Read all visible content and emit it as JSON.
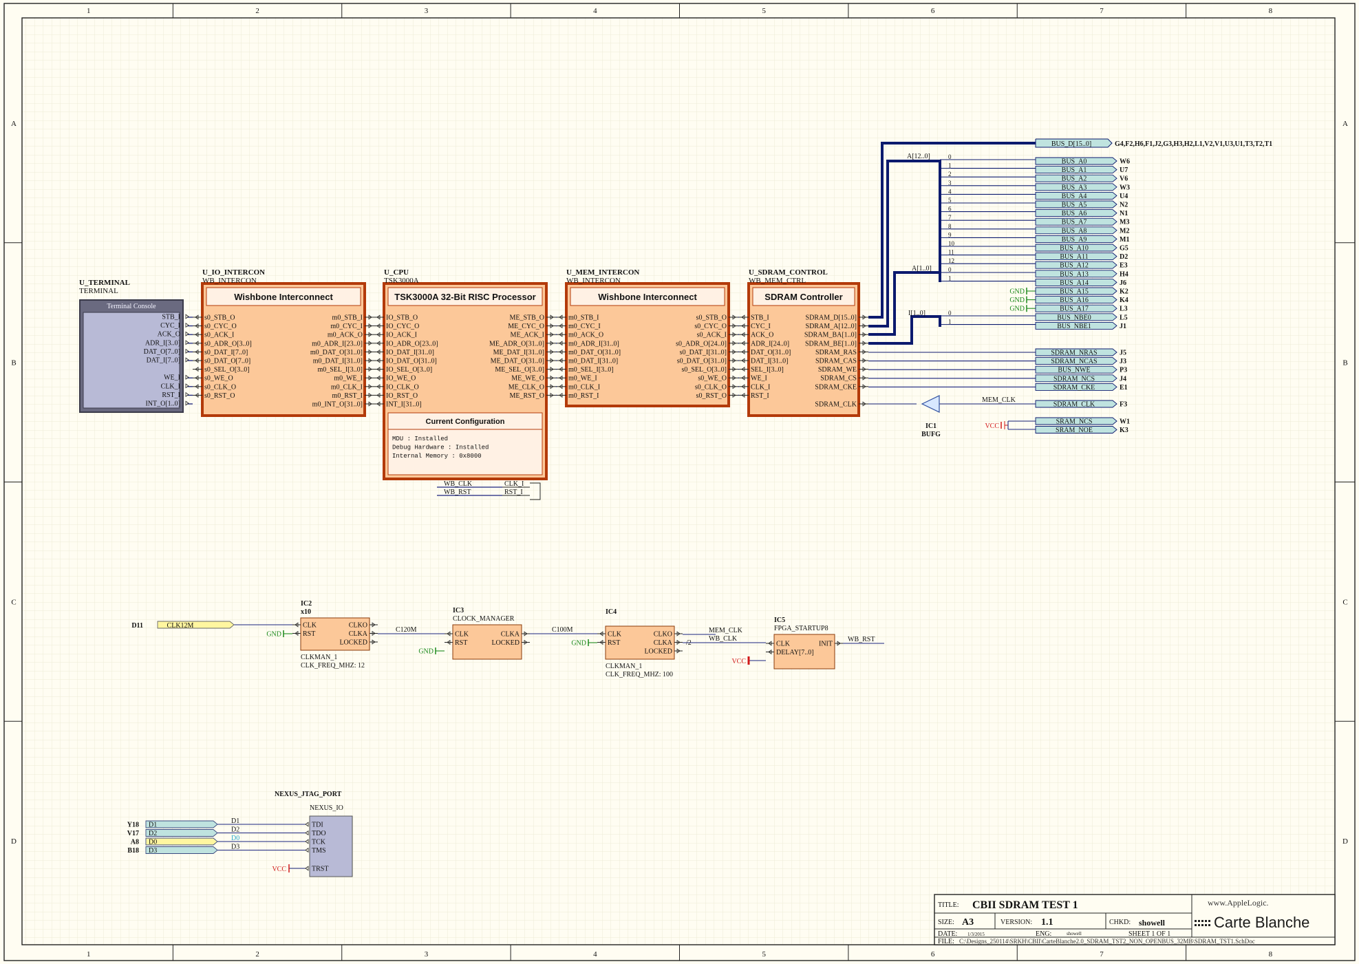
{
  "border": {
    "columns": [
      "1",
      "2",
      "3",
      "4",
      "5",
      "6",
      "7",
      "8"
    ],
    "rows": [
      "A",
      "B",
      "C",
      "D"
    ]
  },
  "colors": {
    "block_fill": "#fcc899",
    "block_border": "#b33a0a",
    "port_fill": "#bfe3df",
    "port_yellow": "#fff6a0",
    "terminal_fill": "#b8bad6",
    "terminal_header": "#6a6a80",
    "bus": "#0c1a6e",
    "wire": "#1a237e",
    "gnd": "#1c8a1c",
    "vcc": "#d11818"
  },
  "terminal": {
    "ref": "U_TERMINAL",
    "type": "TERMINAL",
    "header": "Terminal Console",
    "pins": [
      "STB_I",
      "CYC_I",
      "ACK_O",
      "ADR_I[3..0]",
      "DAT_O[7..0]",
      "DAT_I[7..0]",
      "",
      "WE_I",
      "CLK_I",
      "RST_I",
      "INT_O[1..0]"
    ]
  },
  "io_intercon": {
    "ref": "U_IO_INTERCON",
    "type": "WB_INTERCON",
    "title": "Wishbone Interconnect",
    "left_pins": [
      "s0_STB_O",
      "s0_CYC_O",
      "s0_ACK_I",
      "s0_ADR_O[3..0]",
      "s0_DAT_I[7..0]",
      "s0_DAT_O[7..0]",
      "s0_SEL_O[3..0]",
      "s0_WE_O",
      "s0_CLK_O",
      "s0_RST_O"
    ],
    "right_pins": [
      "m0_STB_I",
      "m0_CYC_I",
      "m0_ACK_O",
      "m0_ADR_I[23..0]",
      "m0_DAT_O[31..0]",
      "m0_DAT_I[31..0]",
      "m0_SEL_I[3..0]",
      "m0_WE_I",
      "m0_CLK_I",
      "m0_RST_I",
      "m0_INT_O[31..0]"
    ]
  },
  "cpu": {
    "ref": "U_CPU",
    "type": "TSK3000A",
    "title": "TSK3000A 32-Bit RISC Processor",
    "left_pins": [
      "IO_STB_O",
      "IO_CYC_O",
      "IO_ACK_I",
      "IO_ADR_O[23..0]",
      "IO_DAT_I[31..0]",
      "IO_DAT_O[31..0]",
      "IO_SEL_O[3..0]",
      "IO_WE_O",
      "IO_CLK_O",
      "IO_RST_O",
      "INT_I[31..0]"
    ],
    "right_pins": [
      "ME_STB_O",
      "ME_CYC_O",
      "ME_ACK_I",
      "ME_ADR_O[31..0]",
      "ME_DAT_I[31..0]",
      "ME_DAT_O[31..0]",
      "ME_SEL_O[3..0]",
      "ME_WE_O",
      "ME_CLK_O",
      "ME_RST_O"
    ],
    "config_title": "Current Configuration",
    "config_lines": [
      "MDU             : Installed",
      "Debug Hardware  : Installed",
      "Internal Memory : 0x8000"
    ],
    "clk_labels": [
      "WB_CLK",
      "WB_RST"
    ],
    "clk_pins": [
      "CLK_I",
      "RST_I"
    ]
  },
  "mem_intercon": {
    "ref": "U_MEM_INTERCON",
    "type": "WB_INTERCON",
    "title": "Wishbone Interconnect",
    "left_pins": [
      "m0_STB_I",
      "m0_CYC_I",
      "m0_ACK_O",
      "m0_ADR_I[31..0]",
      "m0_DAT_O[31..0]",
      "m0_DAT_I[31..0]",
      "m0_SEL_I[3..0]",
      "m0_WE_I",
      "m0_CLK_I",
      "m0_RST_I"
    ],
    "right_pins": [
      "s0_STB_O",
      "s0_CYC_O",
      "s0_ACK_I",
      "s0_ADR_O[24..0]",
      "s0_DAT_I[31..0]",
      "s0_DAT_O[31..0]",
      "s0_SEL_O[3..0]",
      "s0_WE_O",
      "s0_CLK_O",
      "s0_RST_O"
    ]
  },
  "sdram": {
    "ref": "U_SDRAM_CONTROL",
    "type": "WB_MEM_CTRL",
    "title": "SDRAM Controller",
    "left_pins": [
      "STB_I",
      "CYC_I",
      "ACK_O",
      "ADR_I[24..0]",
      "DAT_O[31..0]",
      "DAT_I[31..0]",
      "SEL_I[3..0]",
      "WE_I",
      "CLK_I",
      "RST_I"
    ],
    "right_pins": [
      "SDRAM_D[15..0]",
      "SDRAM_A[12..0]",
      "SDRAM_BA[1..0]",
      "SDRAM_BE[1..0]",
      "SDRAM_RAS",
      "SDRAM_CAS",
      "SDRAM_WE",
      "SDRAM_CS",
      "SDRAM_CKE",
      "",
      "SDRAM_CLK"
    ]
  },
  "bus_d": {
    "label": "BUS_D[15..0]",
    "pins": "G4,F2,H6,F1,J2,G3,H3,H2,L1,V2,V1,U3,U1,T3,T2,T1"
  },
  "addr_bus_label": "A[12..0]",
  "ba_bus_label": "A[1..0]",
  "be_bus_label": "I[1..0]",
  "addr_taps": [
    "0",
    "1",
    "2",
    "3",
    "4",
    "5",
    "6",
    "7",
    "8",
    "9",
    "10",
    "11",
    "12"
  ],
  "ba_taps": [
    "0",
    "1"
  ],
  "be_taps": [
    "0",
    "1"
  ],
  "addr_ports": [
    {
      "label": "BUS_A0",
      "pin": "W6"
    },
    {
      "label": "BUS_A1",
      "pin": "U7"
    },
    {
      "label": "BUS_A2",
      "pin": "V6"
    },
    {
      "label": "BUS_A3",
      "pin": "W3"
    },
    {
      "label": "BUS_A4",
      "pin": "U4"
    },
    {
      "label": "BUS_A5",
      "pin": "N2"
    },
    {
      "label": "BUS_A6",
      "pin": "N1"
    },
    {
      "label": "BUS_A7",
      "pin": "M3"
    },
    {
      "label": "BUS_A8",
      "pin": "M2"
    },
    {
      "label": "BUS_A9",
      "pin": "M1"
    },
    {
      "label": "BUS_A10",
      "pin": "G5"
    },
    {
      "label": "BUS_A11",
      "pin": "D2"
    },
    {
      "label": "BUS_A12",
      "pin": "E3"
    },
    {
      "label": "BUS_A13",
      "pin": "H4"
    },
    {
      "label": "BUS_A14",
      "pin": "J6"
    },
    {
      "label": "BUS_A15",
      "pin": "K2"
    },
    {
      "label": "BUS_A16",
      "pin": "K4"
    },
    {
      "label": "BUS_A17",
      "pin": "L3"
    },
    {
      "label": "BUS_NBE0",
      "pin": "L5"
    },
    {
      "label": "BUS_NBE1",
      "pin": "J1"
    }
  ],
  "gnd_label": "GND",
  "vcc_label": "VCC",
  "ctrl_ports": [
    {
      "label": "SDRAM_NRAS",
      "pin": "J5"
    },
    {
      "label": "SDRAM_NCAS",
      "pin": "J3"
    },
    {
      "label": "BUS_NWE",
      "pin": "P3"
    },
    {
      "label": "SDRAM_NCS",
      "pin": "J4"
    },
    {
      "label": "SDRAM_CKE",
      "pin": "E1"
    }
  ],
  "clk_port": {
    "label": "SDRAM_CLK",
    "pin": "F3"
  },
  "mem_clk_label": "MEM_CLK",
  "bufg": {
    "ref": "IC1",
    "type": "BUFG"
  },
  "sram_ports": [
    {
      "label": "SRAM_NCS",
      "pin": "W1"
    },
    {
      "label": "SRAM_NOE",
      "pin": "K3"
    }
  ],
  "clk12": {
    "pin": "D11",
    "label": "CLK12M"
  },
  "ic2": {
    "ref": "IC2",
    "sub": "x10",
    "pins_l": [
      "CLK",
      "RST"
    ],
    "pins_r": [
      "CLKO",
      "CLKA",
      "LOCKED"
    ],
    "name": "CLKMAN_1",
    "param": "CLK_FREQ_MHZ: 12"
  },
  "c120": "C120M",
  "ic3": {
    "ref": "IC3",
    "type": "CLOCK_MANAGER",
    "pins_l": [
      "CLK",
      "RST"
    ],
    "pins_r": [
      "CLKA",
      "LOCKED"
    ]
  },
  "c100": "C100M",
  "ic4": {
    "ref": "IC4",
    "pins_l": [
      "CLK",
      "RST"
    ],
    "pins_r": [
      "CLKO",
      "CLKA",
      "LOCKED"
    ],
    "name": "CLKMAN_1",
    "param": "CLK_FREQ_MHZ: 100",
    "div": "/2"
  },
  "clk_net_labels": [
    "MEM_CLK",
    "WB_CLK"
  ],
  "ic5": {
    "ref": "IC5",
    "type": "FPGA_STARTUP8",
    "pins_l": [
      "CLK",
      "DELAY[7..0]"
    ],
    "pins_r": [
      "INIT"
    ],
    "out": "WB_RST"
  },
  "jtag": {
    "title": "NEXUS_JTAG_PORT",
    "type": "NEXUS_IO",
    "ports": [
      {
        "pin": "Y18",
        "label": "D1"
      },
      {
        "pin": "V17",
        "label": "D2"
      },
      {
        "pin": "A8",
        "label": "D0"
      },
      {
        "pin": "B18",
        "label": "D3"
      }
    ],
    "net_labels": [
      "D1",
      "D2",
      "D0",
      "D3"
    ],
    "pins": [
      "TDI",
      "TDO",
      "TCK",
      "TMS",
      "TRST"
    ]
  },
  "title_block": {
    "title_label": "TITLE:",
    "title": "CBII SDRAM TEST 1",
    "size_label": "SIZE:",
    "size": "A3",
    "version_label": "VERSION:",
    "version": "1.1",
    "chkd_label": "CHKD:",
    "chkd": "showell",
    "date_label": "DATE:",
    "date": "1/3/2015",
    "eng_label": "ENG:",
    "eng": "showell",
    "sheet": "SHEET  1  OF  1",
    "file_label": "FILE:",
    "file": "C:\\Designs_250114\\SRKH\\CBII\\CarteBlanche2.0_SDRAM_TST2_NON_OPENBUS_32MB\\SDRAM_TST1.SchDoc",
    "logo_top": "www.AppleLogic.",
    "logo_main": "Carte Blanche"
  }
}
